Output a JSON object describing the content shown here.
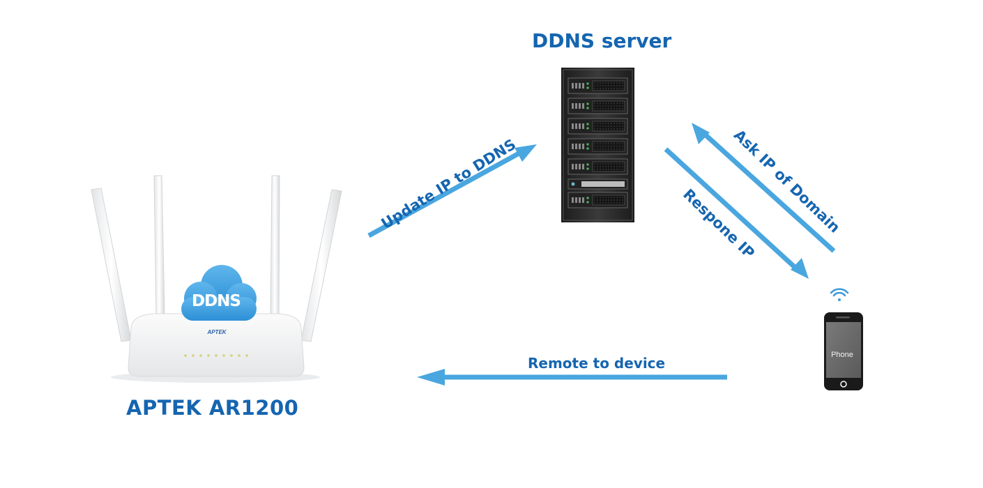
{
  "server": {
    "title": "DDNS server"
  },
  "router": {
    "title": "APTEK AR1200",
    "cloud_label": "DDNS",
    "brand": "APTEK"
  },
  "phone": {
    "label": "Phone"
  },
  "arrows": {
    "update": "Update IP to DDNS",
    "ask": "Ask IP of Domain",
    "response": "Respone IP",
    "remote": "Remote to device"
  },
  "colors": {
    "text": "#1565b0",
    "arrow": "#4aa6df",
    "server": "#2b2b2b"
  }
}
